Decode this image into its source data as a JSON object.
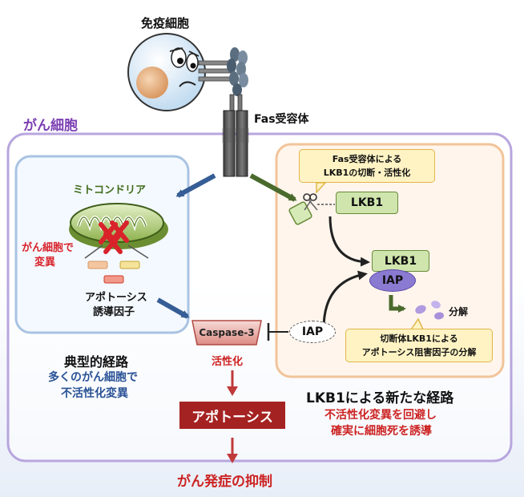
{
  "immune_cell": {
    "label": "免疫細胞"
  },
  "receptor": {
    "label": "Fas受容体"
  },
  "cancer_cell": {
    "label": "がん細胞"
  },
  "typical_pathway": {
    "mitochondria_label": "ミトコンドリア",
    "mutation_label_1": "がん細胞で",
    "mutation_label_2": "変異",
    "inducer_label_1": "アポトーシス",
    "inducer_label_2": "誘導因子",
    "title": "典型的経路",
    "desc_1": "多くのがん細胞で",
    "desc_2": "不活性化変異"
  },
  "caspase": {
    "label": "Caspase-3",
    "activation_label": "活性化"
  },
  "apoptosis": {
    "label": "アポトーシス"
  },
  "suppression": {
    "label": "がん発症の抑制"
  },
  "new_pathway": {
    "callout_cleave_1": "Fas受容体による",
    "callout_cleave_2": "LKB1の切断・活性化",
    "lkb1_label": "LKB1",
    "lkb1_bound_label": "LKB1",
    "iap_bound_label": "IAP",
    "iap_label": "IAP",
    "degrade_label": "分解",
    "callout_degrade_1": "切断体LKB1による",
    "callout_degrade_2": "アポトーシス阻害因子の分解",
    "title": "LKB1による新たな経路",
    "desc_1": "不活性化変異を回避し",
    "desc_2": "確実に細胞死を誘導"
  },
  "colors": {
    "cell_border": "#b8a6de",
    "typical_border": "#a9c3e2",
    "new_border": "#f2c49a",
    "lkb1_fill": "#cfe5ad",
    "iap_fill": "#8b7ad2",
    "apoptosis_fill": "#a52222",
    "red_text": "#cc2222",
    "blue_text": "#2a5296",
    "purple_text": "#7b3fb3",
    "callout_fill": "#fff3c4"
  }
}
